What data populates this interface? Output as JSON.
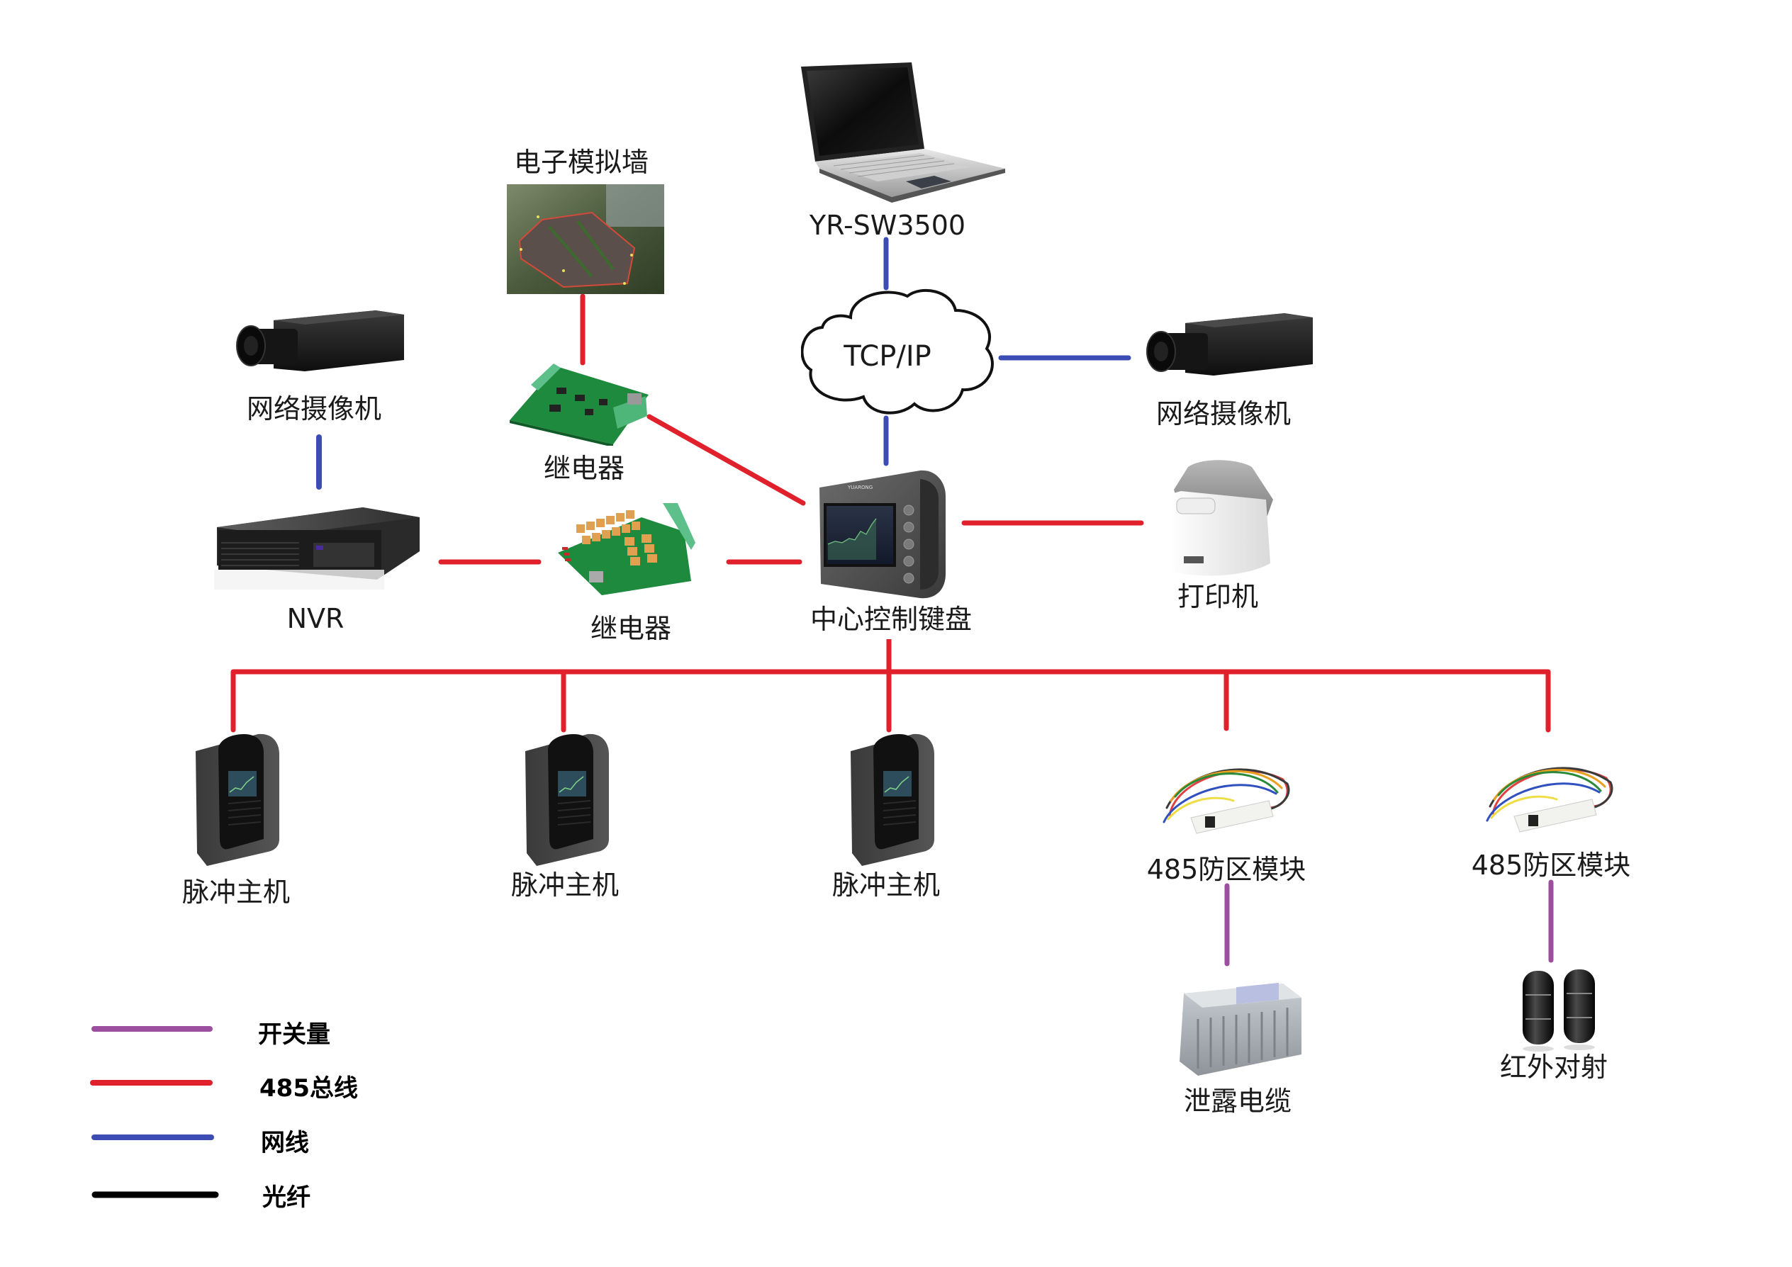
{
  "colors": {
    "switch": "#9b4f9e",
    "rs485": "#e0202a",
    "network": "#3b4db5",
    "fiber": "#000000"
  },
  "nodes": {
    "laptop": {
      "label": "YR-SW3500",
      "icon": "laptop-icon"
    },
    "cloud": {
      "label": "TCP/IP",
      "icon": "cloud-icon"
    },
    "camera_right": {
      "label": "网络摄像机",
      "icon": "camera-icon"
    },
    "camera_left": {
      "label": "网络摄像机",
      "icon": "camera-icon"
    },
    "keyboard": {
      "label": "中心控制键盘",
      "icon": "control-keyboard-icon",
      "brand": "YUARONG"
    },
    "printer": {
      "label": "打印机",
      "icon": "printer-icon"
    },
    "wall": {
      "label": "电子模拟墙",
      "icon": "map-wall-icon"
    },
    "relay_top": {
      "label": "继电器",
      "icon": "relay-board-icon"
    },
    "relay_bottom": {
      "label": "继电器",
      "icon": "relay-board-icon"
    },
    "nvr": {
      "label": "NVR",
      "icon": "nvr-icon"
    },
    "pulse_hosts": [
      {
        "label": "脉冲主机",
        "icon": "pulse-host-icon"
      },
      {
        "label": "脉冲主机",
        "icon": "pulse-host-icon"
      },
      {
        "label": "脉冲主机",
        "icon": "pulse-host-icon"
      }
    ],
    "zone_modules": [
      {
        "label": "485防区模块",
        "icon": "zone-module-icon"
      },
      {
        "label": "485防区模块",
        "icon": "zone-module-icon"
      }
    ],
    "leaky_cable": {
      "label": "泄露电缆",
      "icon": "leaky-cable-icon"
    },
    "ir_beam": {
      "label": "红外对射",
      "icon": "ir-beam-icon"
    }
  },
  "connections": [
    {
      "from": "laptop",
      "to": "cloud",
      "type": "network"
    },
    {
      "from": "cloud",
      "to": "camera_right",
      "type": "network"
    },
    {
      "from": "cloud",
      "to": "keyboard",
      "type": "network"
    },
    {
      "from": "keyboard",
      "to": "printer",
      "type": "rs485"
    },
    {
      "from": "wall",
      "to": "relay_top",
      "type": "rs485"
    },
    {
      "from": "relay_top",
      "to": "keyboard",
      "type": "rs485"
    },
    {
      "from": "camera_left",
      "to": "nvr",
      "type": "network"
    },
    {
      "from": "nvr",
      "to": "relay_bottom",
      "type": "rs485"
    },
    {
      "from": "relay_bottom",
      "to": "keyboard",
      "type": "rs485"
    },
    {
      "from": "keyboard",
      "to": "pulse_hosts/zone_modules",
      "type": "rs485",
      "bus": true
    },
    {
      "from": "zone_modules.0",
      "to": "leaky_cable",
      "type": "switch"
    },
    {
      "from": "zone_modules.1",
      "to": "ir_beam",
      "type": "switch"
    }
  ],
  "legend": [
    {
      "key": "switch",
      "label": "开关量"
    },
    {
      "key": "rs485",
      "label": "485总线"
    },
    {
      "key": "network",
      "label": "网线"
    },
    {
      "key": "fiber",
      "label": "光纤"
    }
  ]
}
